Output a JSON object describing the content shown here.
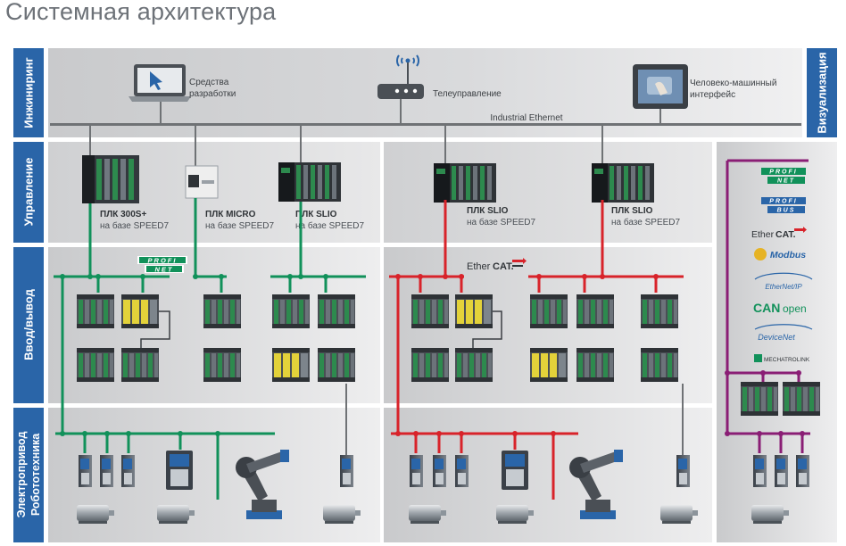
{
  "title": "Системная архитектура",
  "rows": {
    "engineering": "Инжиниринг",
    "control": "Управление",
    "io": "Ввод/вывод",
    "drive_line1": "Электропривод",
    "drive_line2": "Робототехника",
    "visualization": "Визуализация"
  },
  "engineering": {
    "dev_tools_line1": "Средства",
    "dev_tools_line2": "разработки",
    "remote": "Телеуправление",
    "hmi_line1": "Человеко-машинный",
    "hmi_line2": "интерфейс",
    "bus": "Industrial Ethernet"
  },
  "plcs": [
    {
      "name": "ПЛК 300S+",
      "sub": "на базе SPEED7"
    },
    {
      "name": "ПЛК MICRO",
      "sub": "на базе SPEED7"
    },
    {
      "name": "ПЛК SLIO",
      "sub": "на базе SPEED7"
    },
    {
      "name": "ПЛК SLIO",
      "sub": "на базе SPEED7"
    },
    {
      "name": "ПЛК SLIO",
      "sub": "на базе SPEED7"
    }
  ],
  "protocols": {
    "profinet_a": "PROFI",
    "profinet_b": "NET",
    "profibus_a": "PROFI",
    "profibus_b": "BUS",
    "ethercat_a": "Ether",
    "ethercat_b": "CAT.",
    "modbus": "Modbus",
    "ethernetip": "EtherNet/IP",
    "canopen_a": "CAN",
    "canopen_b": "open",
    "devicenet": "DeviceNet",
    "mechatrolink": "MECHATROLINK"
  },
  "colors": {
    "row_band": "#2a65a8",
    "panel": "#d4d5d7",
    "bus_gray": "#6f7275",
    "profinet": "#11915a",
    "ethercat": "#d8232a",
    "fieldbus": "#8a1e75",
    "title": "#6d7278"
  }
}
